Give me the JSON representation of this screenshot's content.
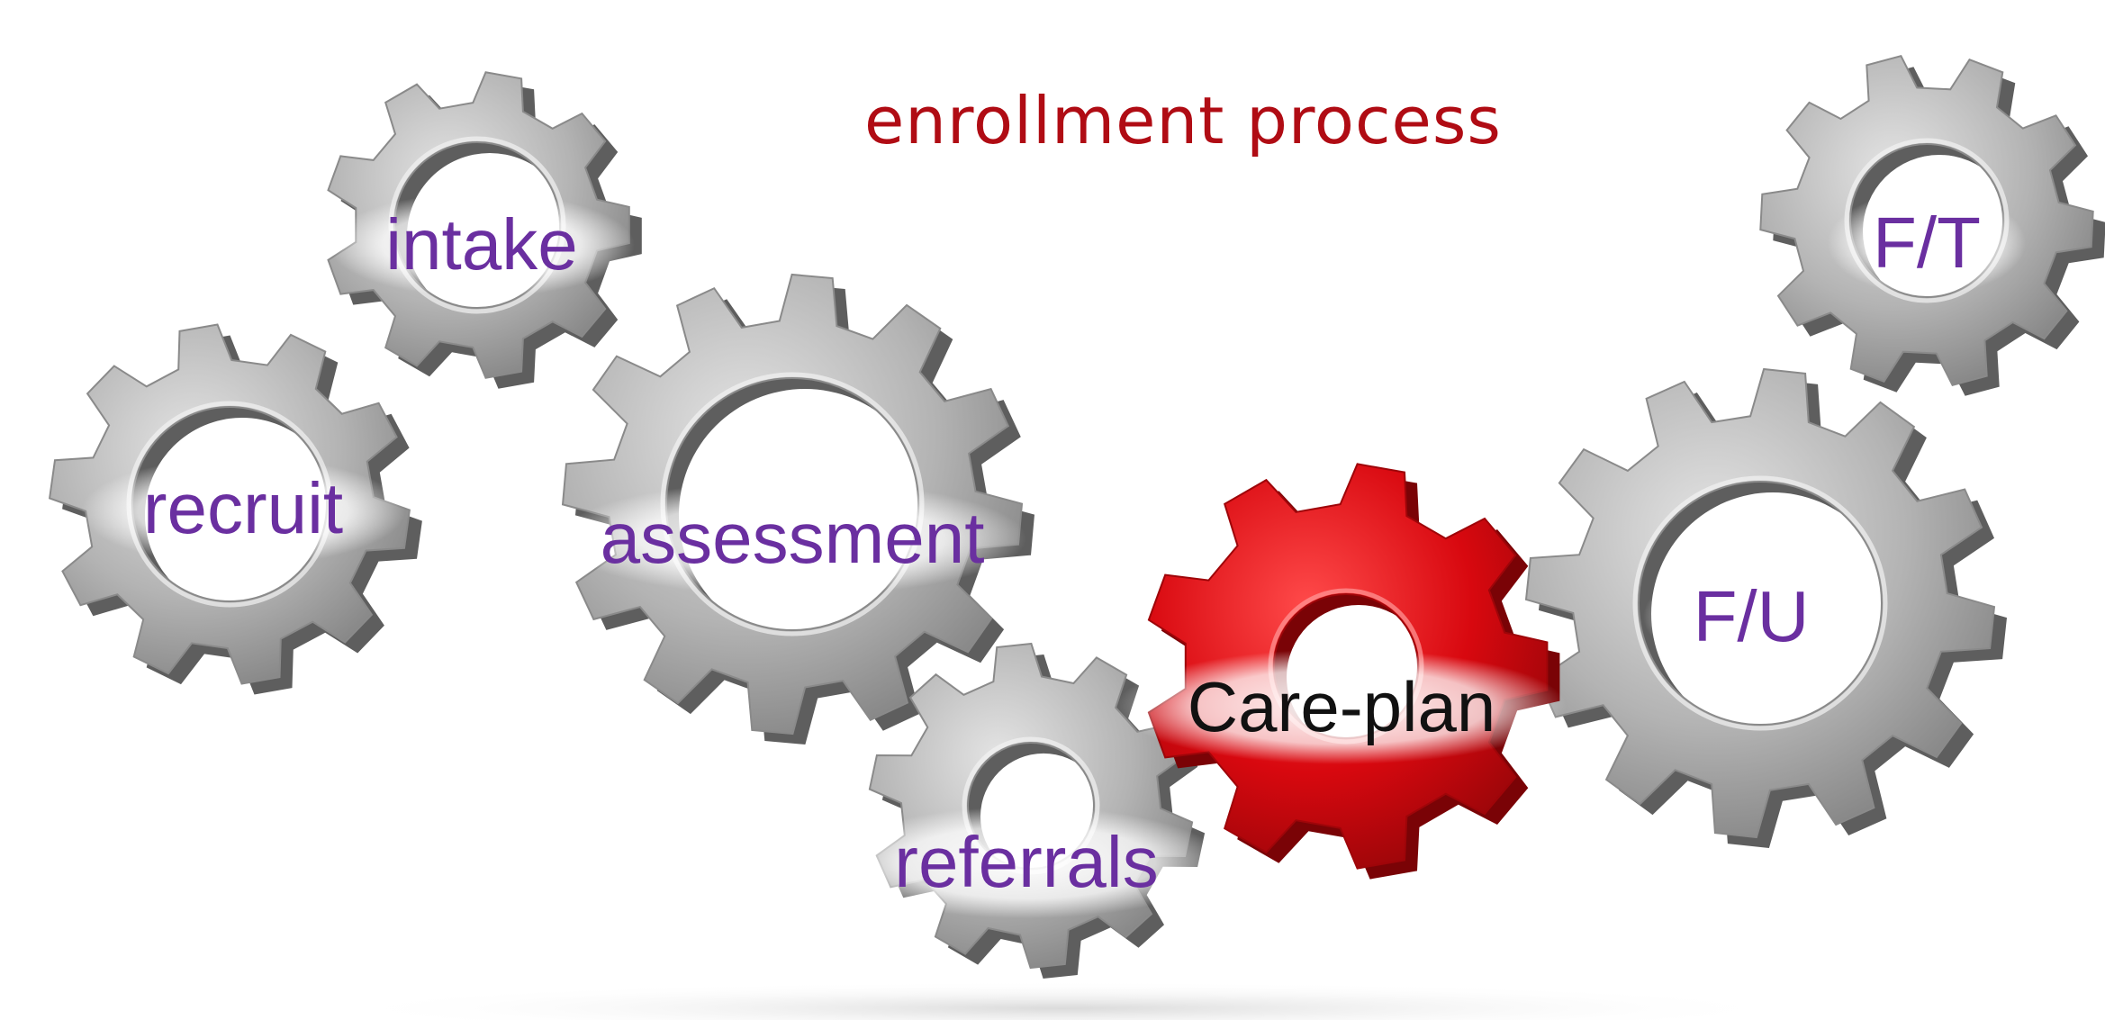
{
  "title": "enrollment process",
  "colors": {
    "title": "#b00c14",
    "label": "#6a2fa0",
    "label_dark": "#111111",
    "gear_gray": "#a9a9a9",
    "gear_red": "#d30a12"
  },
  "gears": [
    {
      "key": "recruit",
      "label": "recruit",
      "color": "gray"
    },
    {
      "key": "intake",
      "label": "intake",
      "color": "gray"
    },
    {
      "key": "assessment",
      "label": "assessment",
      "color": "gray"
    },
    {
      "key": "referrals",
      "label": "referrals",
      "color": "gray"
    },
    {
      "key": "care-plan",
      "label": "Care-plan",
      "color": "red"
    },
    {
      "key": "fu",
      "label": "F/U",
      "color": "gray"
    },
    {
      "key": "ft",
      "label": "F/T",
      "color": "gray"
    }
  ]
}
